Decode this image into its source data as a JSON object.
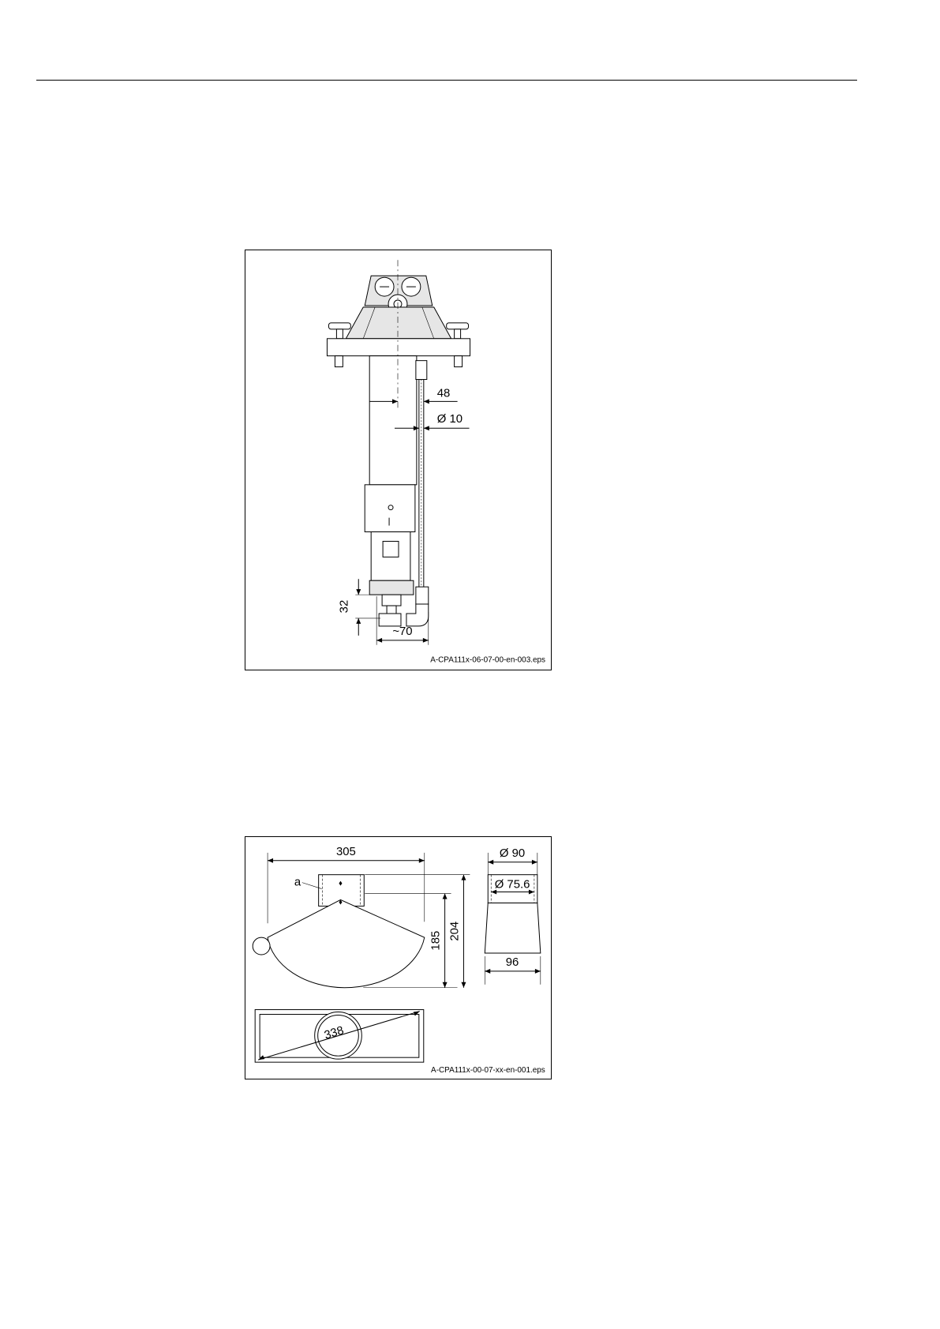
{
  "figure1": {
    "dim_offset": "48",
    "dim_pipe_diameter": "Ø 10",
    "dim_height": "32",
    "dim_width": "~70",
    "source_label": "A-CPA111x-06-07-00-en-003.eps"
  },
  "figure2": {
    "dim_width": "305",
    "label_a": "a",
    "dim_inner_height": "185",
    "dim_outer_height": "204",
    "dim_outer_diameter": "Ø 90",
    "dim_inner_diameter": "Ø 75.6",
    "dim_base_width": "96",
    "dim_diagonal": "338",
    "source_label": "A-CPA111x-00-07-xx-en-001.eps"
  }
}
